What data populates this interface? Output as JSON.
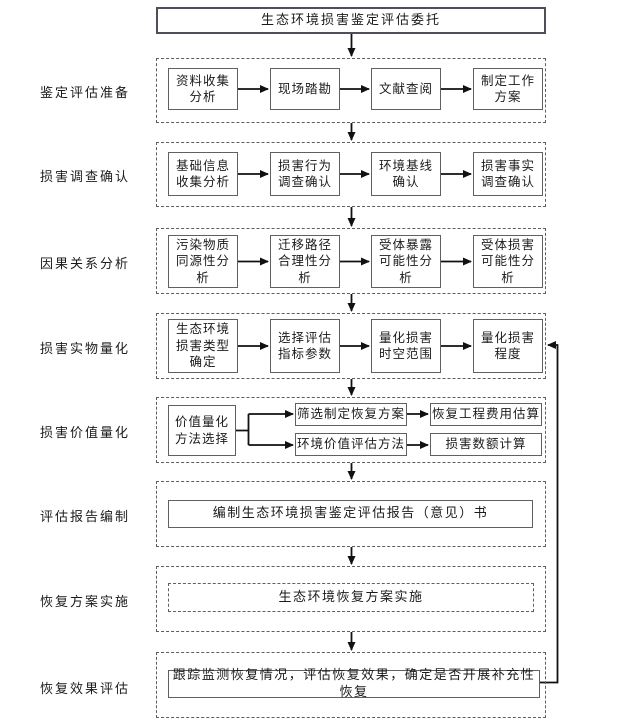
{
  "title_box": {
    "text": "生态环境损害鉴定评估委托"
  },
  "stages": [
    {
      "label": "鉴定评估准备",
      "boxes": [
        "资料收集\n分析",
        "现场踏勘",
        "文献查阅",
        "制定工作\n方案"
      ]
    },
    {
      "label": "损害调查确认",
      "boxes": [
        "基础信息\n收集分析",
        "损害行为\n调查确认",
        "环境基线\n确认",
        "损害事实\n调查确认"
      ]
    },
    {
      "label": "因果关系分析",
      "boxes": [
        "污染物质\n同源性分\n析",
        "迁移路径\n合理性分\n析",
        "受体暴露\n可能性分\n析",
        "受体损害\n可能性分\n析"
      ]
    },
    {
      "label": "损害实物量化",
      "boxes": [
        "生态环境\n损害类型\n确定",
        "选择评估\n指标参数",
        "量化损害\n时空范围",
        "量化损害\n程度"
      ]
    },
    {
      "label": "损害价值量化",
      "selector": "价值量化\n方法选择",
      "plan_branch": [
        "筛选制定恢复方案",
        "恢复工程费用估算"
      ],
      "value_branch": [
        "环境价值评估方法",
        "损害数额计算"
      ]
    },
    {
      "label": "评估报告编制",
      "box": "编制生态环境损害鉴定评估报告（意见）书"
    },
    {
      "label": "恢复方案实施",
      "box": "生态环境恢复方案实施"
    },
    {
      "label": "恢复效果评估",
      "box": "跟踪监测恢复情况，评估恢复效果，确定是否开展补充性恢复"
    }
  ],
  "colors": {
    "background": "#ffffff",
    "text": "#1b1b1b",
    "box_border": "#5f5f64",
    "group_border": "#5d5d62",
    "arrow": "#111111"
  }
}
